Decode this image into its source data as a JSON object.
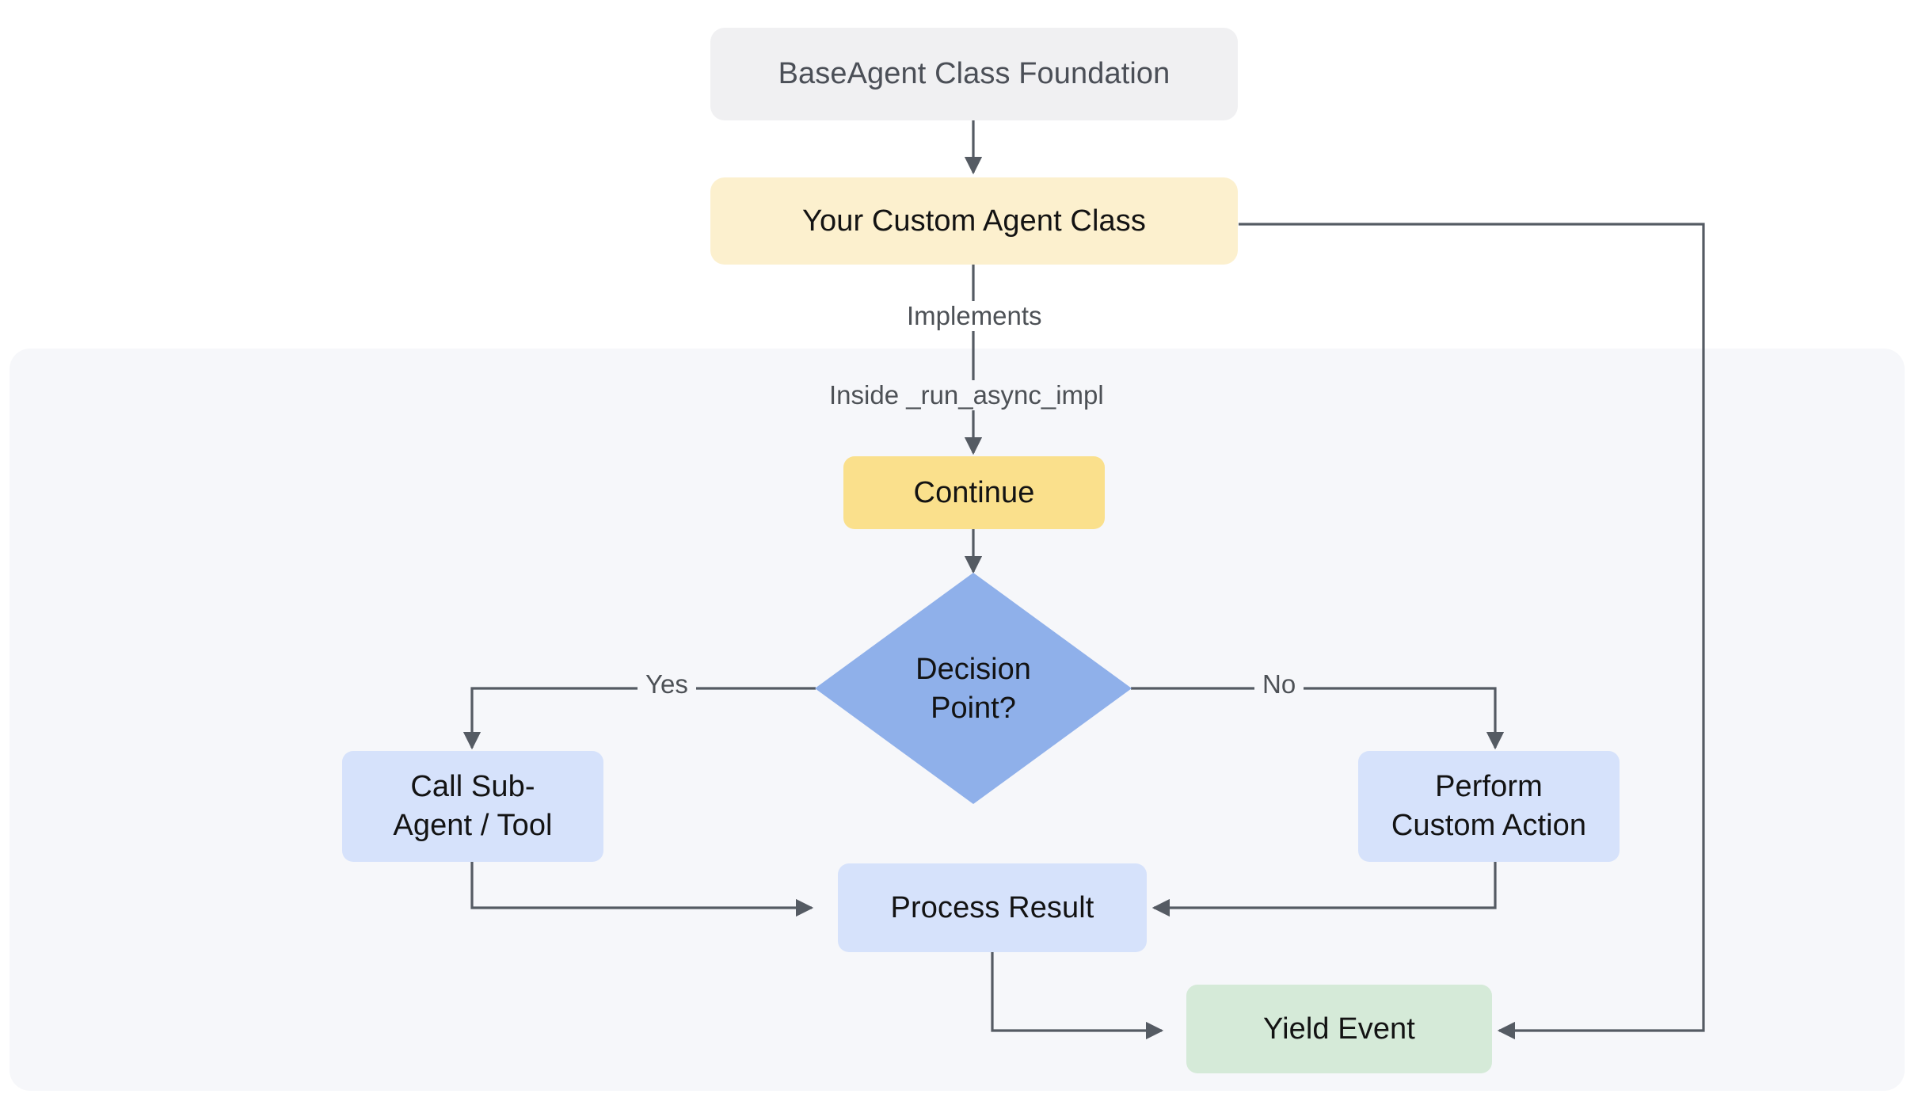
{
  "diagram": {
    "type": "flowchart",
    "title_text": "",
    "colors": {
      "canvas_bg": "#ffffff",
      "subgraph_bg": "#f6f7fa",
      "edge_stroke": "#555b63",
      "base_node_fill": "#f0f0f2",
      "base_node_text": "#4b4f57",
      "custom_agent_fill": "#fcf0ce",
      "continue_fill": "#fae08c",
      "decision_fill": "#8fb0ea",
      "process_fill": "#d6e2fb",
      "yield_fill": "#d5ead8",
      "label_text": "#4d5156",
      "node_text": "#131313"
    },
    "subgraph": {
      "name": "run-async-impl-region",
      "label": ""
    },
    "nodes": [
      {
        "id": "base-agent",
        "label": "BaseAgent Class Foundation",
        "shape": "rounded-rect",
        "fill": "#f0f0f2"
      },
      {
        "id": "custom-agent",
        "label": "Your Custom Agent Class",
        "shape": "rounded-rect",
        "fill": "#fcf0ce"
      },
      {
        "id": "continue",
        "label": "Continue",
        "shape": "rounded-rect",
        "fill": "#fae08c"
      },
      {
        "id": "decision",
        "label": "Decision\nPoint?",
        "shape": "diamond",
        "fill": "#8fb0ea"
      },
      {
        "id": "call-sub-agent",
        "label": "Call Sub-\nAgent / Tool",
        "shape": "rounded-rect",
        "fill": "#d6e2fb"
      },
      {
        "id": "perform-custom-action",
        "label": "Perform\nCustom Action",
        "shape": "rounded-rect",
        "fill": "#d6e2fb"
      },
      {
        "id": "process-result",
        "label": "Process Result",
        "shape": "rounded-rect",
        "fill": "#d6e2fb"
      },
      {
        "id": "yield-event",
        "label": "Yield Event",
        "shape": "rounded-rect",
        "fill": "#d5ead8"
      }
    ],
    "edges": [
      {
        "from": "base-agent",
        "to": "custom-agent",
        "label": ""
      },
      {
        "from": "custom-agent",
        "to": "continue",
        "label": "Implements"
      },
      {
        "from": "custom-agent",
        "to": "continue",
        "label": "Inside _run_async_impl"
      },
      {
        "from": "continue",
        "to": "decision",
        "label": ""
      },
      {
        "from": "decision",
        "to": "call-sub-agent",
        "label": "Yes"
      },
      {
        "from": "decision",
        "to": "perform-custom-action",
        "label": "No"
      },
      {
        "from": "call-sub-agent",
        "to": "process-result",
        "label": ""
      },
      {
        "from": "perform-custom-action",
        "to": "process-result",
        "label": ""
      },
      {
        "from": "process-result",
        "to": "yield-event",
        "label": ""
      },
      {
        "from": "custom-agent",
        "to": "yield-event",
        "label": ""
      }
    ],
    "edge_labels": {
      "implements": "Implements",
      "inside_run_async_impl": "Inside _run_async_impl",
      "yes": "Yes",
      "no": "No"
    }
  }
}
